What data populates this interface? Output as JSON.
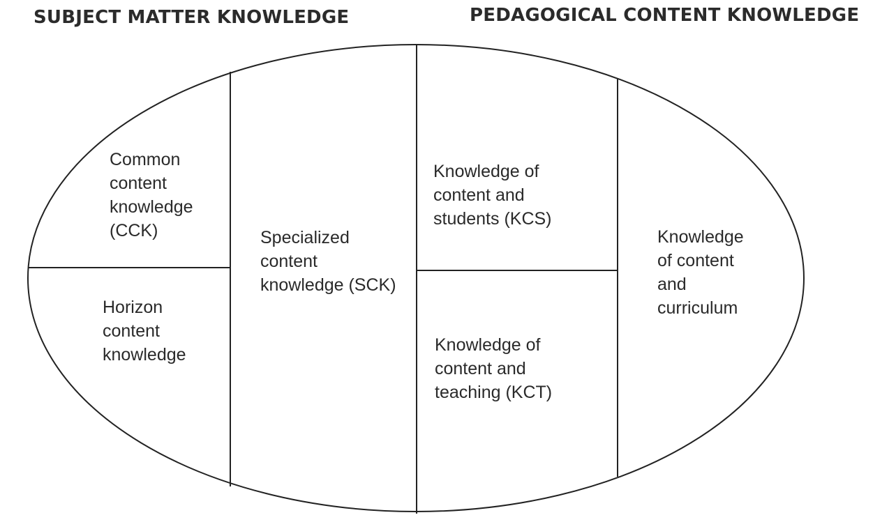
{
  "headings": {
    "left": "SUBJECT MATTER KNOWLEDGE",
    "right": "PEDAGOGICAL CONTENT KNOWLEDGE"
  },
  "domains": {
    "cck": "Common\ncontent\nknowledge\n(CCK)",
    "horizon": "Horizon\ncontent\nknowledge",
    "sck": "Specialized\ncontent\nknowledge (SCK)",
    "kcs": "Knowledge of\ncontent and\nstudents (KCS)",
    "kct": "Knowledge of\ncontent and\nteaching (KCT)",
    "kcc": "Knowledge\nof content\nand\ncurriculum"
  }
}
